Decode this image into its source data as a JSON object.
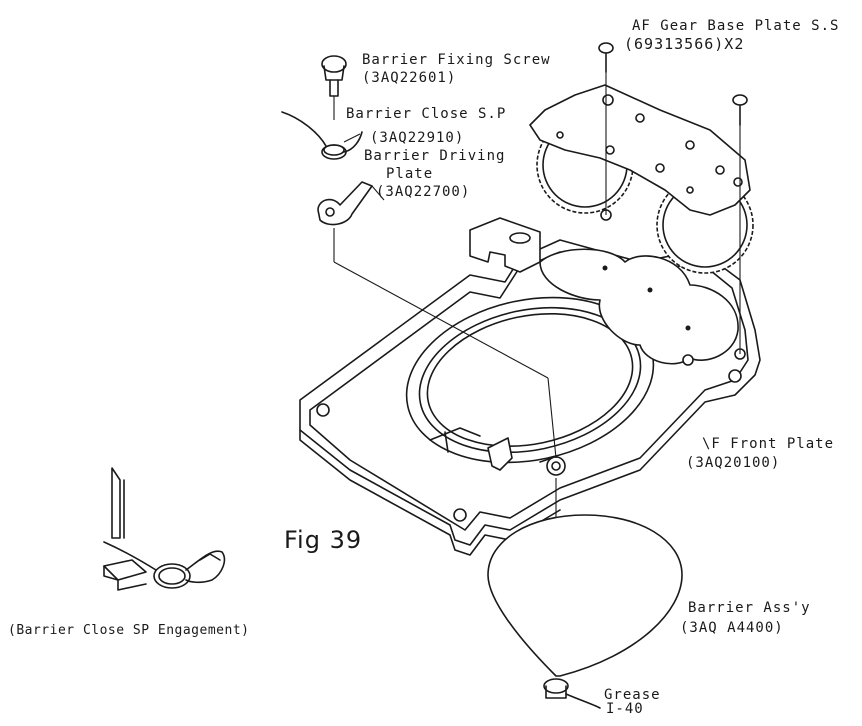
{
  "labels": {
    "af_gear_base_plate": "AF Gear Base Plate S.S",
    "af_gear_base_plate_code": "(69313566)X2",
    "barrier_fixing_screw": "Barrier Fixing Screw",
    "barrier_fixing_screw_code": "(3AQ22601)",
    "barrier_close_sp": "Barrier Close S.P",
    "barrier_close_sp_code": "(3AQ22910)",
    "barrier_driving_plate_1": "Barrier Driving",
    "barrier_driving_plate_2": "Plate",
    "barrier_driving_plate_code": "(3AQ22700)",
    "af_front_plate": "\\F Front Plate",
    "af_front_plate_code": "(3AQ20100)",
    "figure_number": "Fig 39",
    "barrier_assy": "Barrier Ass'y",
    "barrier_assy_code": "(3AQ A4400)",
    "grease": "Grease",
    "grease_code": "I-40",
    "engagement_caption": "(Barrier Close SP Engagement)"
  }
}
